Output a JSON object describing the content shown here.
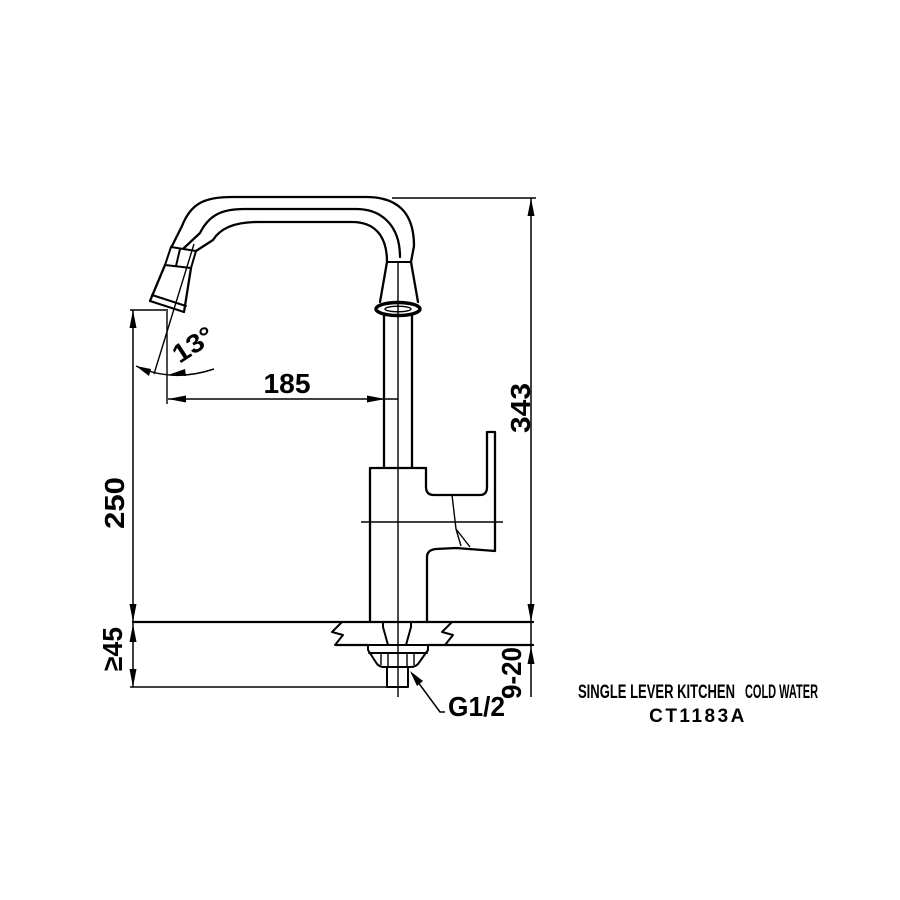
{
  "drawing": {
    "dimensions": {
      "spout_reach": "185",
      "spout_height": "250",
      "overall_height": "343",
      "clearance_min": "≥45",
      "deck_thickness": "9-20",
      "spray_angle": "13°",
      "inlet_thread": "G1/2"
    },
    "title": {
      "product": "SINGLE LEVER KITCHEN",
      "water_type": "COLD WATER",
      "model": "CT1183A"
    },
    "colors": {
      "line": "#000000",
      "background": "#ffffff"
    }
  }
}
